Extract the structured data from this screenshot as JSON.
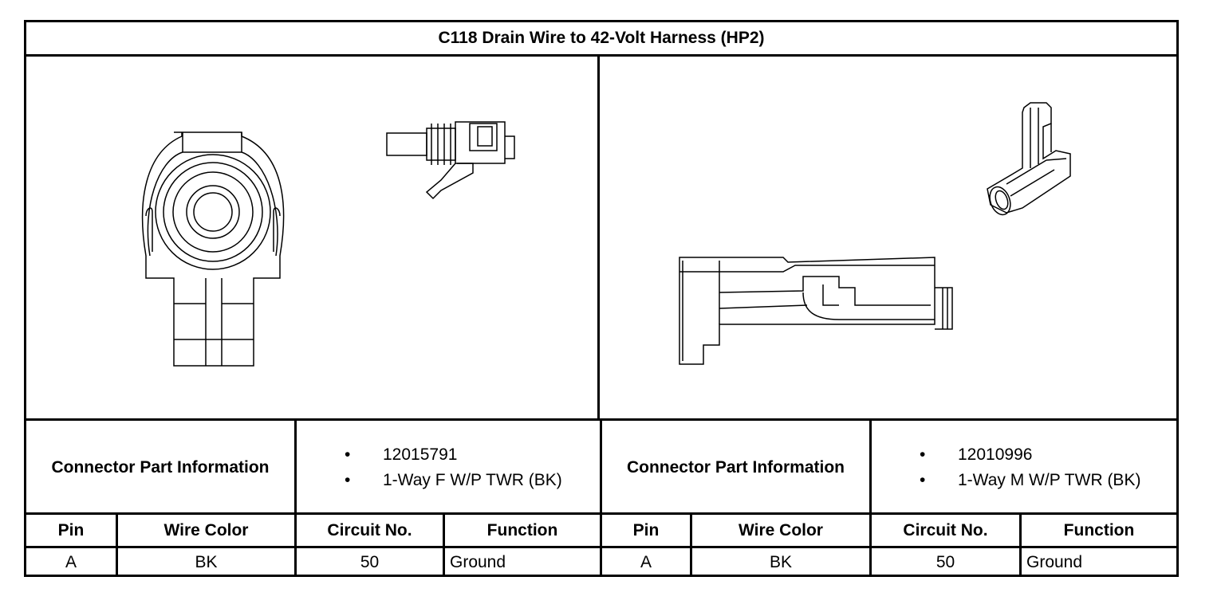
{
  "title": "C118 Drain Wire to 42-Volt Harness (HP2)",
  "connectors": [
    {
      "info_label": "Connector Part Information",
      "parts": [
        "12015791",
        "1-Way F W/P TWR (BK)"
      ],
      "headers": {
        "pin": "Pin",
        "wire_color": "Wire Color",
        "circuit": "Circuit No.",
        "function": "Function"
      },
      "rows": [
        {
          "pin": "A",
          "wire_color": "BK",
          "circuit": "50",
          "function": "Ground"
        }
      ]
    },
    {
      "info_label": "Connector Part Information",
      "parts": [
        "12010996",
        "1-Way M W/P TWR (BK)"
      ],
      "headers": {
        "pin": "Pin",
        "wire_color": "Wire Color",
        "circuit": "Circuit No.",
        "function": "Function"
      },
      "rows": [
        {
          "pin": "A",
          "wire_color": "BK",
          "circuit": "50",
          "function": "Ground"
        }
      ]
    }
  ]
}
